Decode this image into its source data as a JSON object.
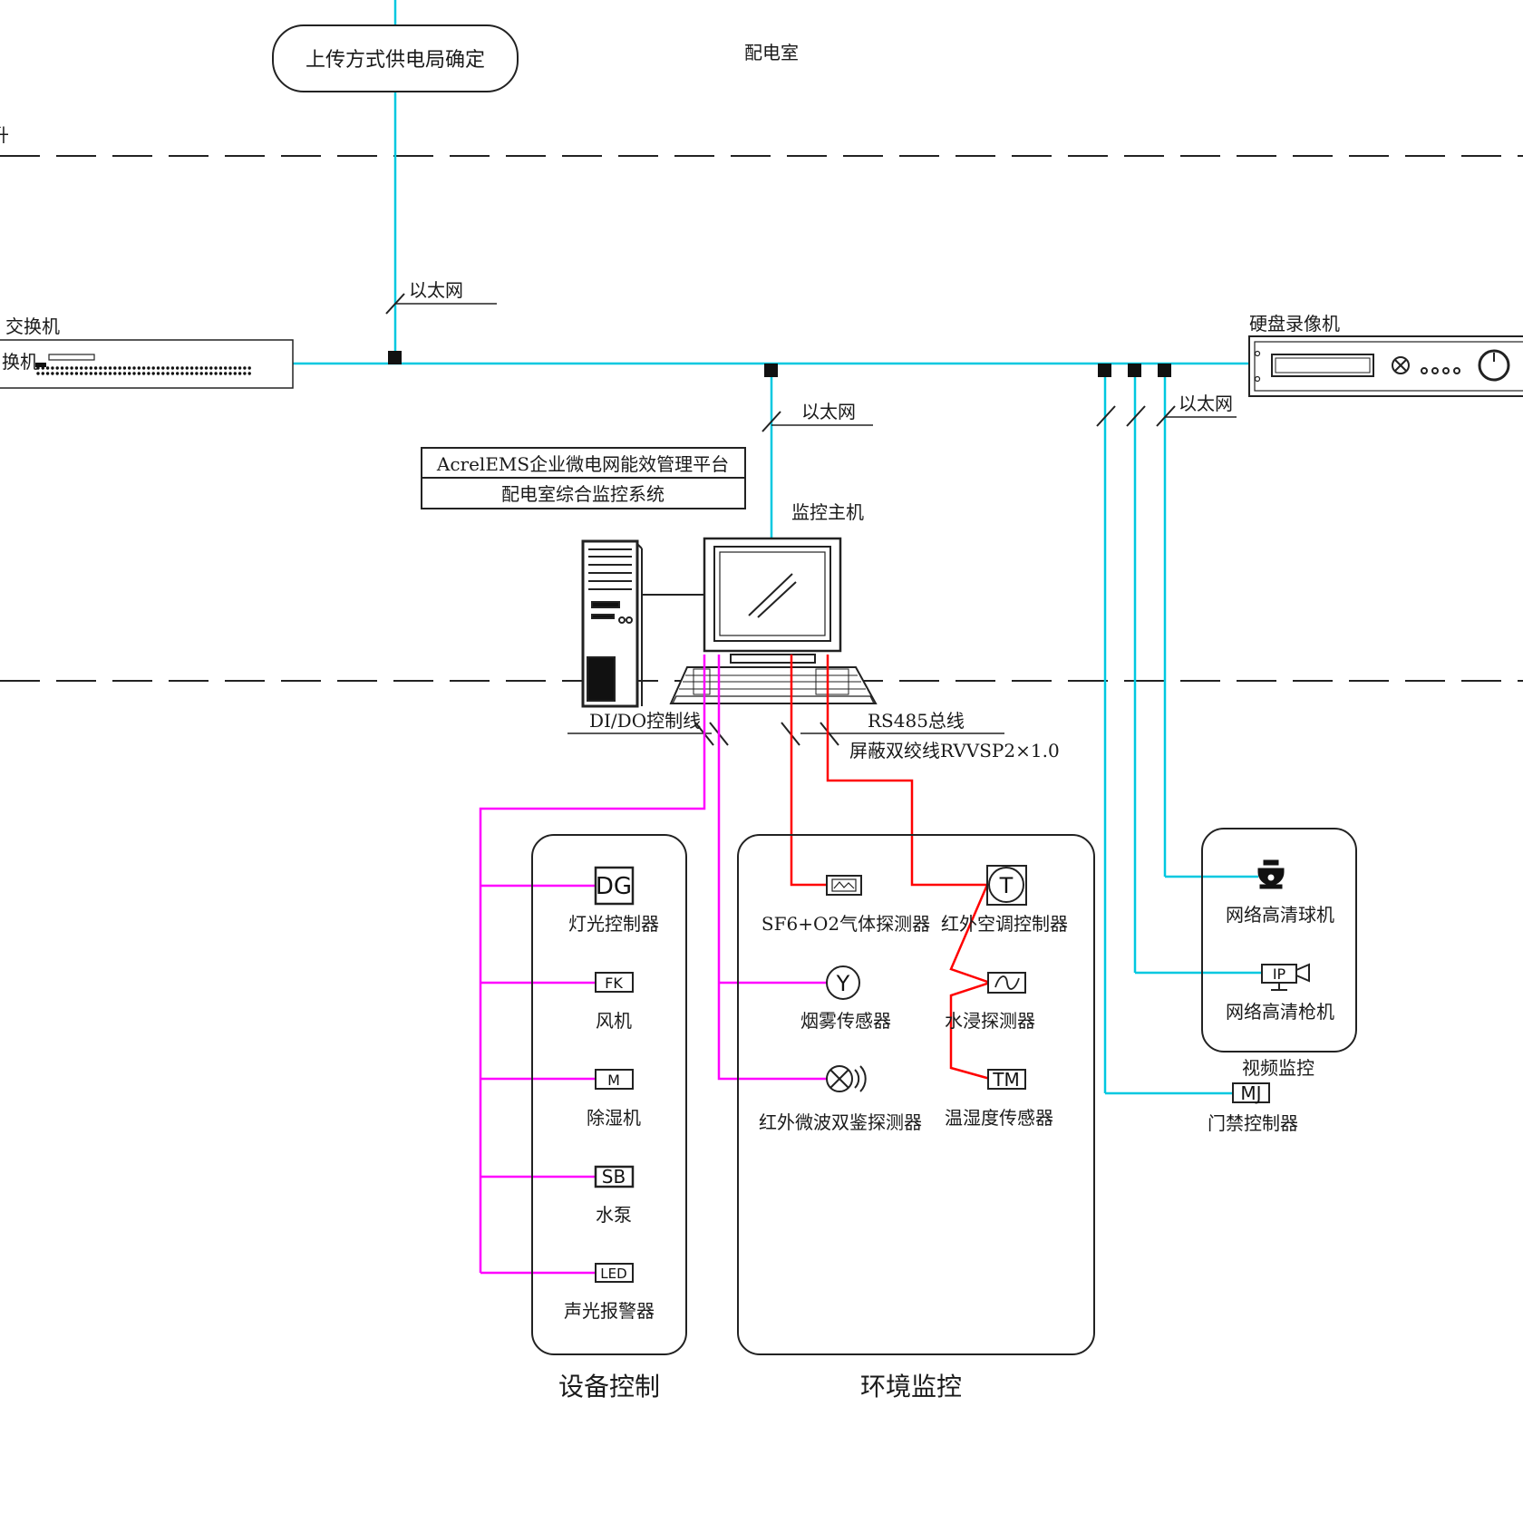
{
  "title_box": "上传方式供电局确定",
  "room_label": "配电室",
  "left_edge_fragment": "升",
  "switch": {
    "label": "交换机",
    "label2": "换机"
  },
  "ethernet_labels": [
    "以太网",
    "以太网",
    "以太网"
  ],
  "dvr_label": "硬盘录像机",
  "platform": {
    "line1": "AcrelEMS企业微电网能效管理平台",
    "line2": "配电室综合监控系统"
  },
  "host_label": "监控主机",
  "bus_labels": {
    "dido": "DI/DO控制线",
    "rs485": "RS485总线",
    "cable": "屏蔽双绞线RVVSP2×1.0"
  },
  "equipment": {
    "title": "设备控制",
    "items": [
      {
        "code": "DG",
        "label": "灯光控制器"
      },
      {
        "code": "FK",
        "label": "风机"
      },
      {
        "code": "M",
        "label": "除湿机"
      },
      {
        "code": "SB",
        "label": "水泵"
      },
      {
        "code": "LED",
        "label": "声光报警器"
      }
    ]
  },
  "environment": {
    "title": "环境监控",
    "items": [
      {
        "label": "SF6+O2气体探测器"
      },
      {
        "code": "T",
        "label": "红外空调控制器"
      },
      {
        "code": "Y",
        "label": "烟雾传感器"
      },
      {
        "label": "水浸探测器"
      },
      {
        "label": "红外微波双鉴探测器"
      },
      {
        "code": "TM",
        "label": "温湿度传感器"
      }
    ]
  },
  "video": {
    "title": "视频监控",
    "items": [
      {
        "label": "网络高清球机"
      },
      {
        "code": "IP",
        "label": "网络高清枪机"
      }
    ]
  },
  "access": {
    "code": "MJ",
    "label": "门禁控制器"
  },
  "colors": {
    "ethernet": "#00c8e0",
    "control": "#ff00ff",
    "rs485": "#ff0000",
    "ink": "#1a1a1a"
  }
}
